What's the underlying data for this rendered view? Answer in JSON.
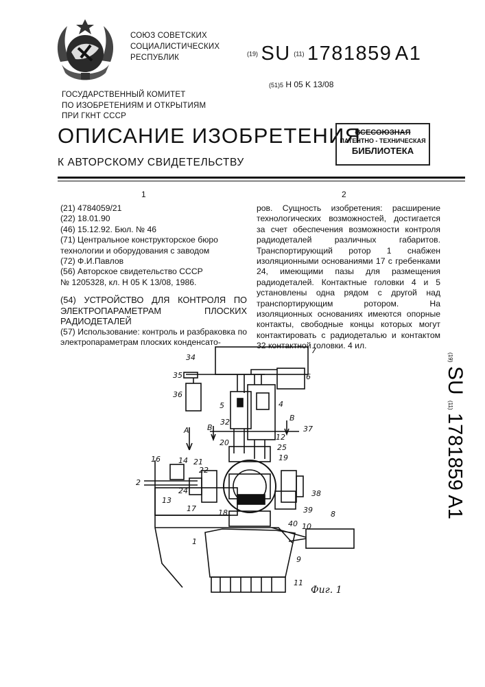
{
  "header": {
    "country": [
      "СОЮЗ  СОВЕТСКИХ",
      "СОЦИАЛИСТИЧЕСКИХ",
      "РЕСПУБЛИК"
    ],
    "committee": [
      "ГОСУДАРСТВЕННЫЙ  КОМИТЕТ",
      "ПО ИЗОБРЕТЕНИЯМ И ОТКРЫТИЯМ",
      "ПРИ ГКНТ СССР"
    ],
    "doc_code_19": "(19)",
    "doc_country": "SU",
    "doc_code_11": "(11)",
    "doc_number": "1781859",
    "doc_kind": "A1",
    "ipc_code": "(51)5",
    "ipc_value": "H 05  K  13/08",
    "title": "ОПИСАНИЕ ИЗОБРЕТЕНИЯ",
    "subtitle": "К АВТОРСКОМУ СВИДЕТЕЛЬСТВУ",
    "stamp": [
      "ВСЕСОЮЗНАЯ",
      "ПАТЕНТНО - ТЕХНИЧЕСКАЯ",
      "БИБЛИОТЕКА"
    ]
  },
  "columns": {
    "left_number": "1",
    "right_number": "2"
  },
  "biblio": [
    "(21) 4784059/21",
    "(22) 18.01.90",
    "(46) 15.12.92. Бюл. № 46",
    "(71) Центральное конструкторское бюро технологии и оборудования с заводом",
    "(72) Ф.И.Павлов",
    "(56) Авторское свидетельство СССР",
    "№ 1205328, кл. H 05 K 13/08, 1986."
  ],
  "invention_title": "(54) УСТРОЙСТВО ДЛЯ КОНТРОЛЯ ПО ЭЛЕКТРОПАРАМЕТРАМ ПЛОСКИХ РАДИОДЕТАЛЕЙ",
  "usage": "(57) Использование: контроль и разбраковка по электропараметрам плоских конденсато-",
  "abstract": "ров. Сущность изобретения: расширение технологических возможностей, достигается за счет обеспечения возможности контроля радиодеталей различных габаритов. Транспортирующий ротор 1 снабжен изоляционными основаниями 17 с гребенками 24, имеющими пазы для размещения радиодеталей. Контактные головки 4 и 5 установлены одна рядом с другой над транспортирующим ротором. На изоляционных основаниях имеются опорные контакты, свободные концы которых могут контактировать с радиодеталью и контактом 32 контактной головки. 4 ил.",
  "side_number": {
    "code19": "(19)",
    "country": "SU",
    "code11": "(11)",
    "number": "1781859 A1"
  },
  "figure": {
    "caption": "Фиг. 1",
    "labels": [
      "34",
      "35",
      "36",
      "7",
      "6",
      "5",
      "4",
      "A",
      "B",
      "B",
      "32",
      "37",
      "20",
      "12",
      "25",
      "19",
      "16",
      "14",
      "21",
      "2",
      "24",
      "22",
      "13",
      "17",
      "18",
      "38",
      "39",
      "1",
      "40",
      "10",
      "8",
      "9",
      "11"
    ]
  }
}
